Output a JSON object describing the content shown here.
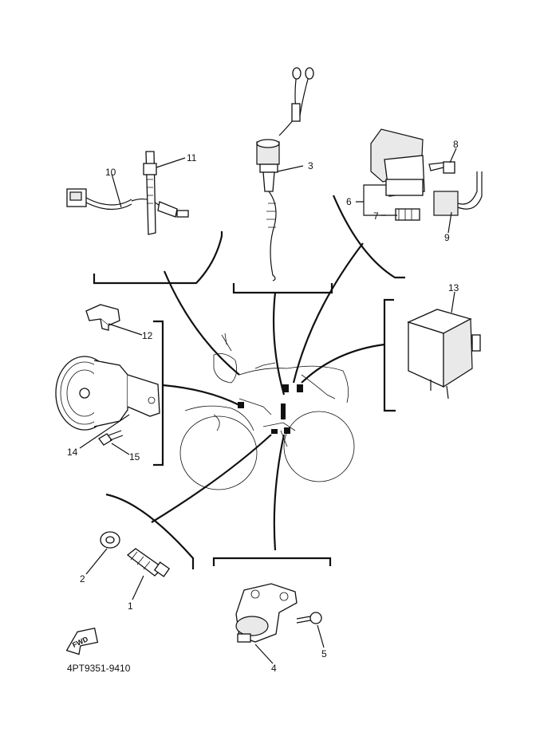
{
  "callouts": {
    "c1": "1",
    "c2": "2",
    "c3": "3",
    "c4": "4",
    "c5": "5",
    "c6": "6",
    "c7": "7",
    "c8": "8",
    "c9": "9",
    "c10": "10",
    "c11": "11",
    "c12": "12",
    "c13": "13",
    "c14": "14",
    "c15": "15"
  },
  "fwd_label": "FWD",
  "diagram_code": "4PT9351-9410"
}
